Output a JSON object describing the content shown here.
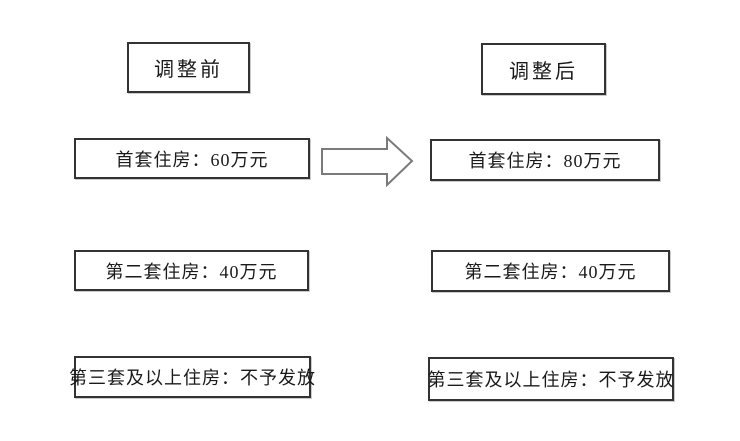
{
  "diagram": {
    "columns": {
      "before": {
        "header": "调整前",
        "items": [
          "首套住房：60万元",
          "第二套住房：40万元",
          "第三套及以上住房：不予发放"
        ]
      },
      "after": {
        "header": "调整后",
        "items": [
          "首套住房：80万元",
          "第二套住房：40万元",
          "第三套及以上住房：不予发放"
        ]
      }
    },
    "arrow": {
      "direction": "right",
      "outline_color": "#7a7a7a"
    },
    "colors": {
      "background": "#ffffff",
      "box_border": "#333333",
      "text": "#1a1a1a"
    }
  }
}
